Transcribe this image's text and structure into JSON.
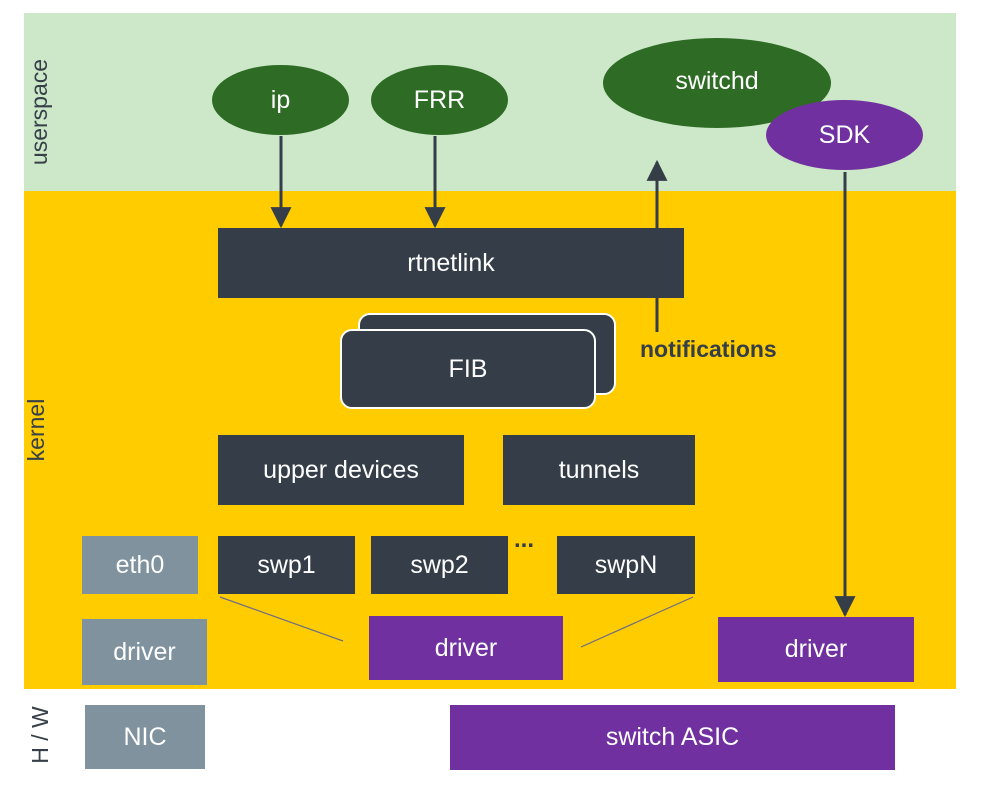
{
  "layers": {
    "userspace": "userspace",
    "kernel": "kernel",
    "hardware": "H / W"
  },
  "userspace": {
    "ip": "ip",
    "frr": "FRR",
    "switchd": "switchd",
    "sdk": "SDK"
  },
  "kernel": {
    "rtnetlink": "rtnetlink",
    "fib": "FIB",
    "notifications": "notifications",
    "upper_devices": "upper devices",
    "tunnels": "tunnels",
    "eth0": "eth0",
    "ports": [
      "swp1",
      "swp2",
      "swpN"
    ],
    "ellipsis": "...",
    "nic_driver": "driver",
    "switch_driver": "driver",
    "sdk_driver": "driver"
  },
  "hardware": {
    "nic": "NIC",
    "switch_asic": "switch ASIC"
  },
  "colors": {
    "userspace_band": "#cce8c8",
    "kernel_band": "#ffcc00",
    "dark_box": "#353e48",
    "grey_box": "#7f929e",
    "purple_box": "#7030a0",
    "green_oval": "#2e6b25"
  }
}
